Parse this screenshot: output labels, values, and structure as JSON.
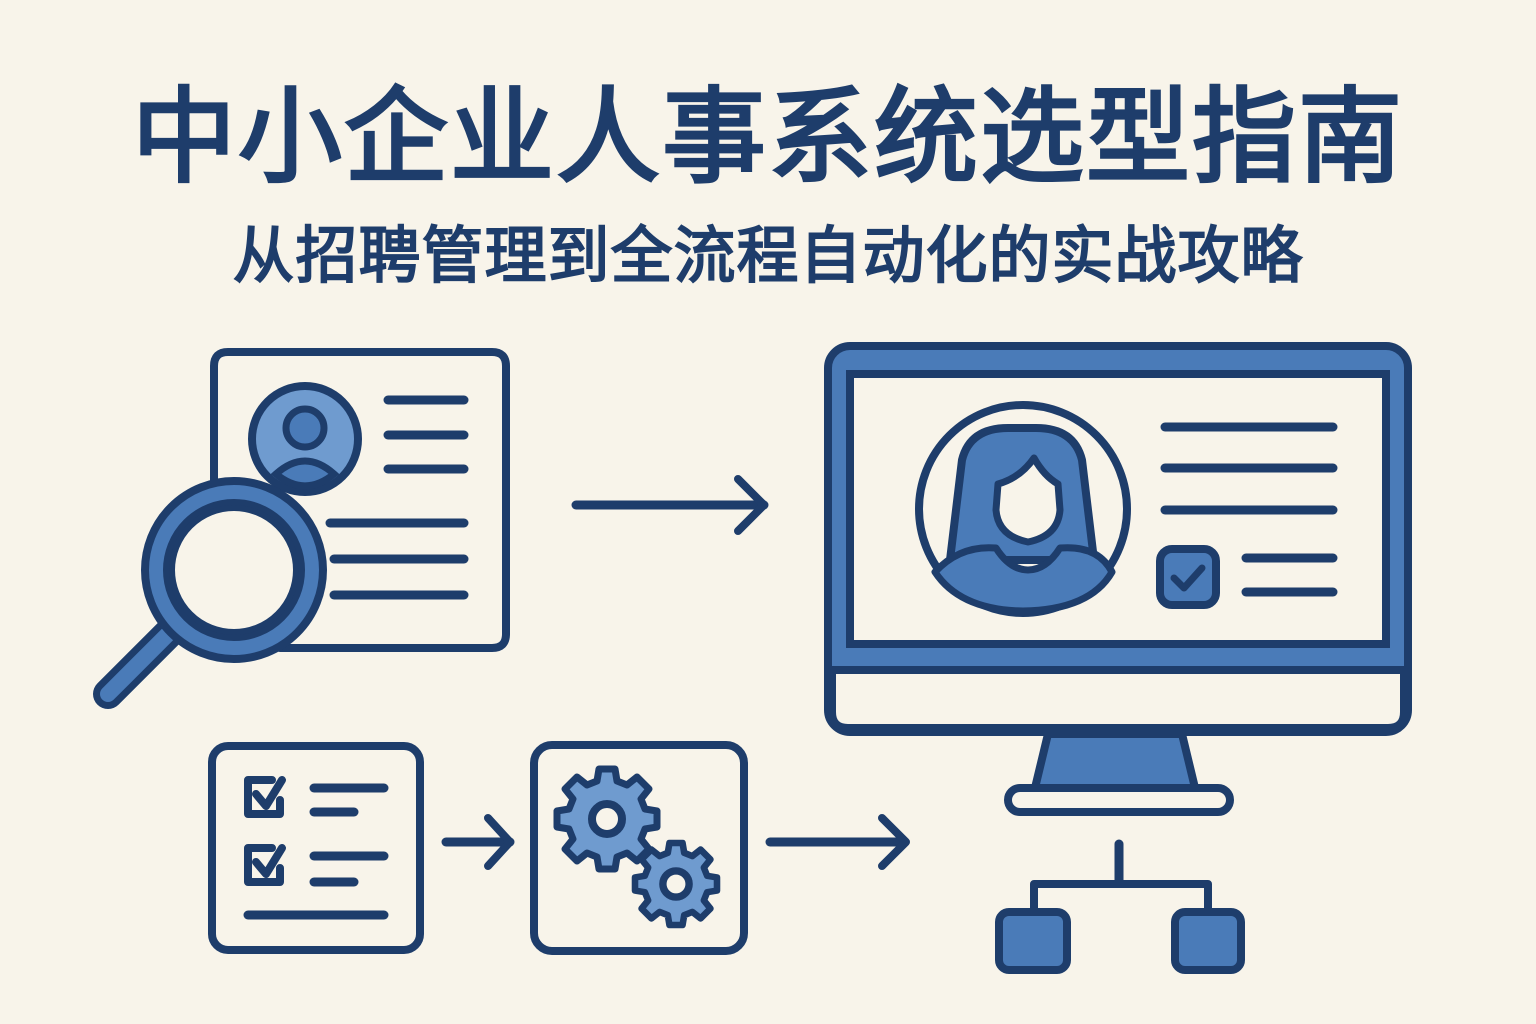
{
  "header": {
    "title": "中小企业人事系统选型指南",
    "subtitle": "从招聘管理到全流程自动化的实战攻略"
  },
  "colors": {
    "background": "#f8f4ea",
    "navy": "#1e3d6b",
    "blue": "#4a7bb8",
    "light_blue": "#6f9bcf"
  },
  "illustrations": [
    {
      "name": "resume-search",
      "icons": [
        "resume-document-icon",
        "avatar-icon",
        "magnifying-glass-icon"
      ]
    },
    {
      "name": "arrow",
      "icon": "arrow-right-icon"
    },
    {
      "name": "computer-profile",
      "icons": [
        "monitor-icon",
        "female-avatar-icon",
        "checkbox-checked-icon"
      ]
    },
    {
      "name": "checklist",
      "icon": "checklist-icon"
    },
    {
      "name": "arrow",
      "icon": "arrow-right-icon"
    },
    {
      "name": "automation",
      "icon": "gears-icon"
    },
    {
      "name": "arrow",
      "icon": "arrow-right-icon"
    },
    {
      "name": "org-structure",
      "icon": "hierarchy-icon"
    }
  ]
}
